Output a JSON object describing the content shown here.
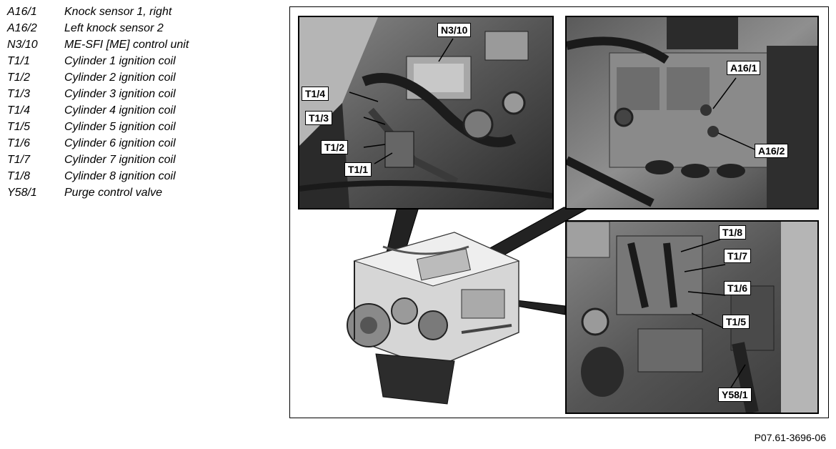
{
  "legend": [
    {
      "code": "A16/1",
      "desc": "Knock sensor 1, right"
    },
    {
      "code": "A16/2",
      "desc": "Left knock sensor 2"
    },
    {
      "code": "N3/10",
      "desc": "ME-SFI [ME] control unit"
    },
    {
      "code": "T1/1",
      "desc": "Cylinder 1 ignition coil"
    },
    {
      "code": "T1/2",
      "desc": "Cylinder 2 ignition coil"
    },
    {
      "code": "T1/3",
      "desc": "Cylinder 3 ignition coil"
    },
    {
      "code": "T1/4",
      "desc": "Cylinder 4 ignition coil"
    },
    {
      "code": "T1/5",
      "desc": "Cylinder 5 ignition coil"
    },
    {
      "code": "T1/6",
      "desc": "Cylinder 6 ignition coil"
    },
    {
      "code": "T1/7",
      "desc": "Cylinder 7 ignition coil"
    },
    {
      "code": "T1/8",
      "desc": "Cylinder 8 ignition coil"
    },
    {
      "code": "Y58/1",
      "desc": "Purge control valve"
    }
  ],
  "callouts": {
    "n3_10": "N3/10",
    "t1_4": "T1/4",
    "t1_3": "T1/3",
    "t1_2": "T1/2",
    "t1_1": "T1/1",
    "a16_1": "A16/1",
    "a16_2": "A16/2",
    "t1_8": "T1/8",
    "t1_7": "T1/7",
    "t1_6": "T1/6",
    "t1_5": "T1/5",
    "y58_1": "Y58/1"
  },
  "figure_id": "P07.61-3696-06"
}
